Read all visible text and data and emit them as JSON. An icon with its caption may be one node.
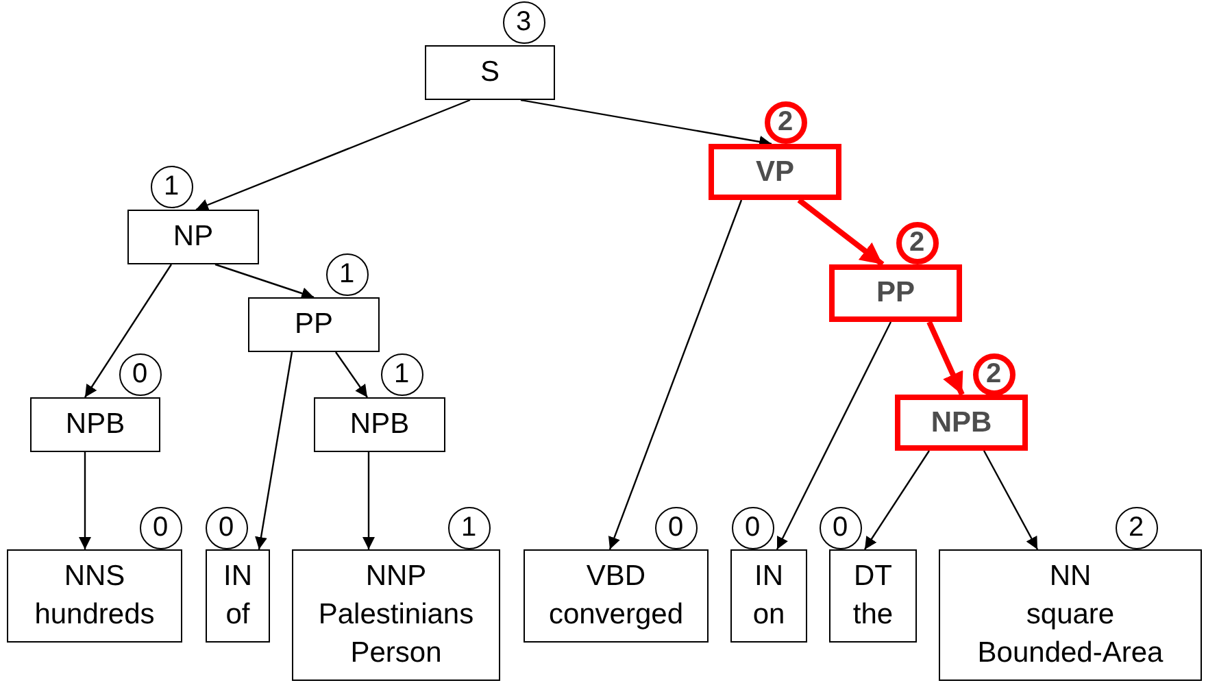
{
  "diagram": {
    "nodes": [
      {
        "text": [
          "S"
        ],
        "beside": [
          "3"
        ]
      },
      {
        "text": [
          "NP"
        ],
        "beside": [
          "1"
        ]
      },
      {
        "text": [
          "VP"
        ],
        "beside": [
          "2"
        ]
      },
      {
        "text": [
          "PP"
        ],
        "beside": [
          "1"
        ]
      },
      {
        "text": [
          "PP"
        ],
        "beside": [
          "2"
        ]
      },
      {
        "text": [
          "NPB"
        ],
        "beside": [
          "0"
        ]
      },
      {
        "text": [
          "NPB"
        ],
        "beside": [
          "1"
        ]
      },
      {
        "text": [
          "NPB"
        ],
        "beside": [
          "2"
        ]
      },
      {
        "text": [
          "NNS",
          "hundreds"
        ],
        "beside": [
          "0"
        ]
      },
      {
        "text": [
          "IN",
          "of"
        ],
        "beside": [
          "0"
        ]
      },
      {
        "text": [
          "NNP",
          "Palestinians",
          "Person"
        ],
        "beside": [
          "1"
        ]
      },
      {
        "text": [
          "VBD",
          "converged"
        ],
        "beside": [
          "0"
        ]
      },
      {
        "text": [
          "IN",
          "on"
        ],
        "beside": [
          "0"
        ]
      },
      {
        "text": [
          "DT",
          "the"
        ],
        "beside": [
          "0"
        ]
      },
      {
        "text": [
          "NN",
          "square",
          "Bounded-Area"
        ],
        "beside": [
          "2"
        ]
      }
    ],
    "edges": [
      {
        "from": 0,
        "to": 1,
        "arrow": "to"
      },
      {
        "from": 0,
        "to": 2,
        "arrow": "to"
      },
      {
        "from": 1,
        "to": 5,
        "arrow": "to"
      },
      {
        "from": 1,
        "to": 3,
        "arrow": "to"
      },
      {
        "from": 2,
        "to": 11,
        "arrow": "to"
      },
      {
        "from": 2,
        "to": 4,
        "arrow": "to",
        "style": "thick",
        "color": "#ff0000"
      },
      {
        "from": 3,
        "to": 9,
        "arrow": "to"
      },
      {
        "from": 3,
        "to": 6,
        "arrow": "to"
      },
      {
        "from": 4,
        "to": 12,
        "arrow": "to"
      },
      {
        "from": 4,
        "to": 7,
        "arrow": "to",
        "style": "thick",
        "color": "#ff0000"
      },
      {
        "from": 5,
        "to": 8,
        "arrow": "to"
      },
      {
        "from": 6,
        "to": 10,
        "arrow": "to"
      },
      {
        "from": 7,
        "to": 13,
        "arrow": "to"
      },
      {
        "from": 7,
        "to": 14,
        "arrow": "to"
      }
    ]
  }
}
